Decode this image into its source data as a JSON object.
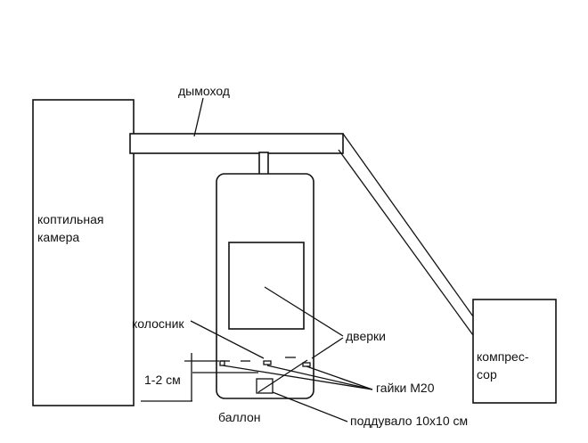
{
  "labels": {
    "chimney": "дымоход",
    "smoke_chamber_line1": "коптильная",
    "smoke_chamber_line2": "камера",
    "grate": "колосник",
    "doors": "дверки",
    "gap": "1-2 см",
    "nuts": "гайки М20",
    "cylinder": "баллон",
    "blower": "поддувало 10х10 см",
    "compressor_line1": "компрес-",
    "compressor_line2": "сор"
  }
}
